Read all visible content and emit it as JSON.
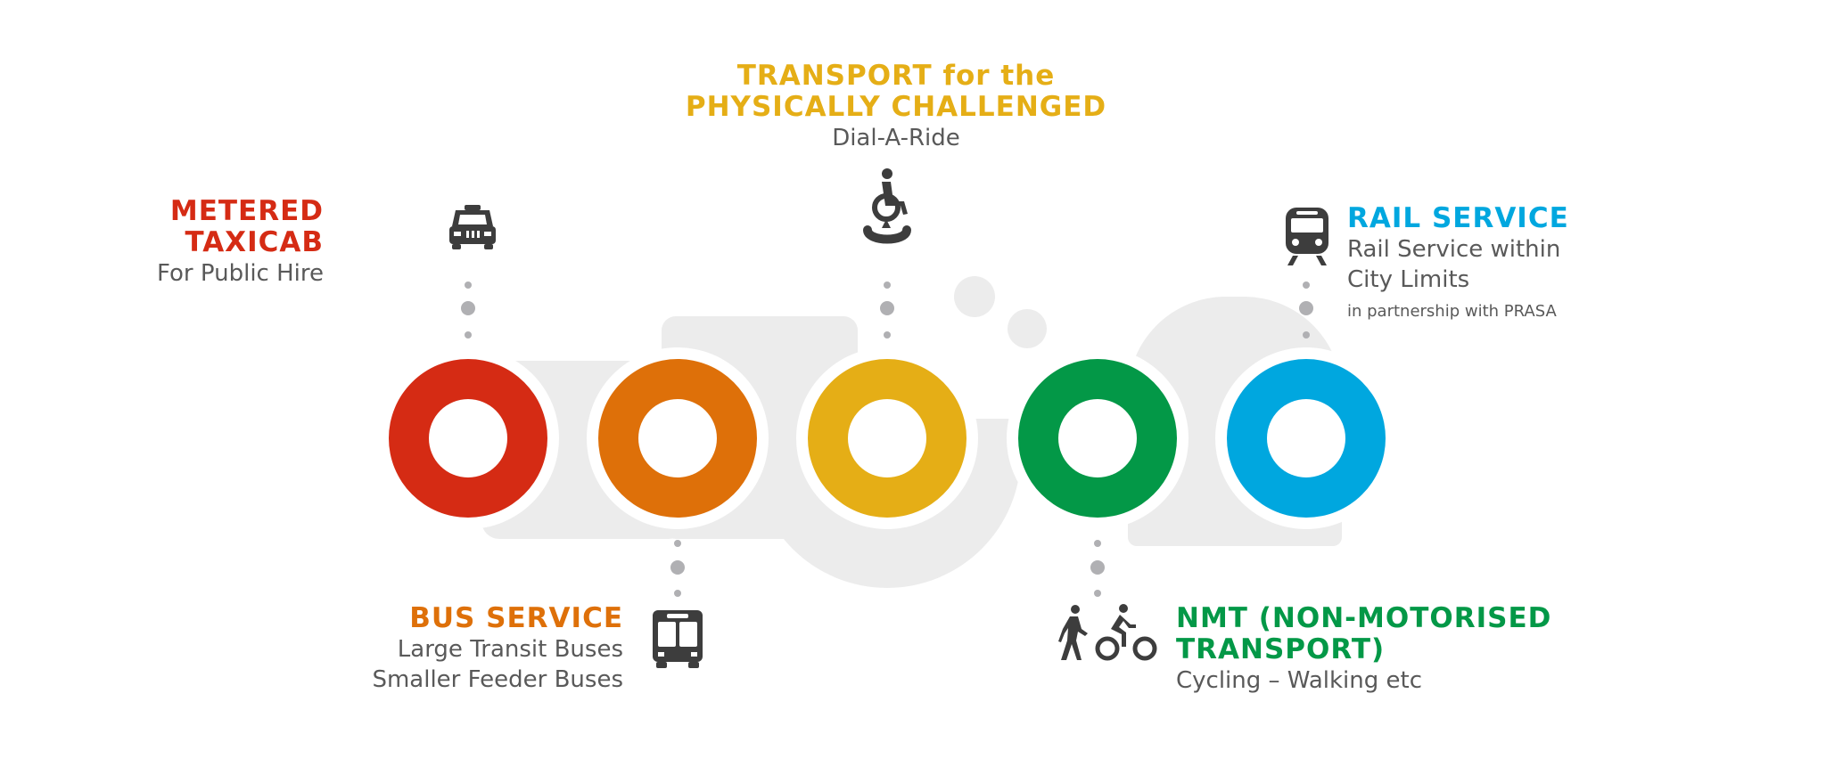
{
  "colors": {
    "red": "#d52b14",
    "orange": "#de7009",
    "yellow": "#e5ae16",
    "green": "#039847",
    "blue": "#00a7df",
    "text": "#595959",
    "dots": "#b0b0b3",
    "silhouette": "#ececec"
  },
  "taxi": {
    "title_line1": "METERED",
    "title_line2": "TAXICAB",
    "subtitle": "For Public Hire",
    "icon": "taxi-icon"
  },
  "physically_challenged": {
    "title_line1": "TRANSPORT for the",
    "title_line2": "PHYSICALLY CHALLENGED",
    "subtitle": "Dial-A-Ride",
    "icon": "wheelchair-icon"
  },
  "rail": {
    "title": "RAIL SERVICE",
    "line1": "Rail Service within",
    "line2": "City Limits",
    "note": "in partnership with PRASA",
    "icon": "train-icon"
  },
  "bus": {
    "title": "BUS SERVICE",
    "line1": "Large Transit Buses",
    "line2": "Smaller Feeder Buses",
    "icon": "bus-icon"
  },
  "nmt": {
    "title_line1": "NMT (NON-MOTORISED",
    "title_line2": "TRANSPORT)",
    "subtitle": "Cycling – Walking etc",
    "icon": "walk-cycle-icon"
  }
}
